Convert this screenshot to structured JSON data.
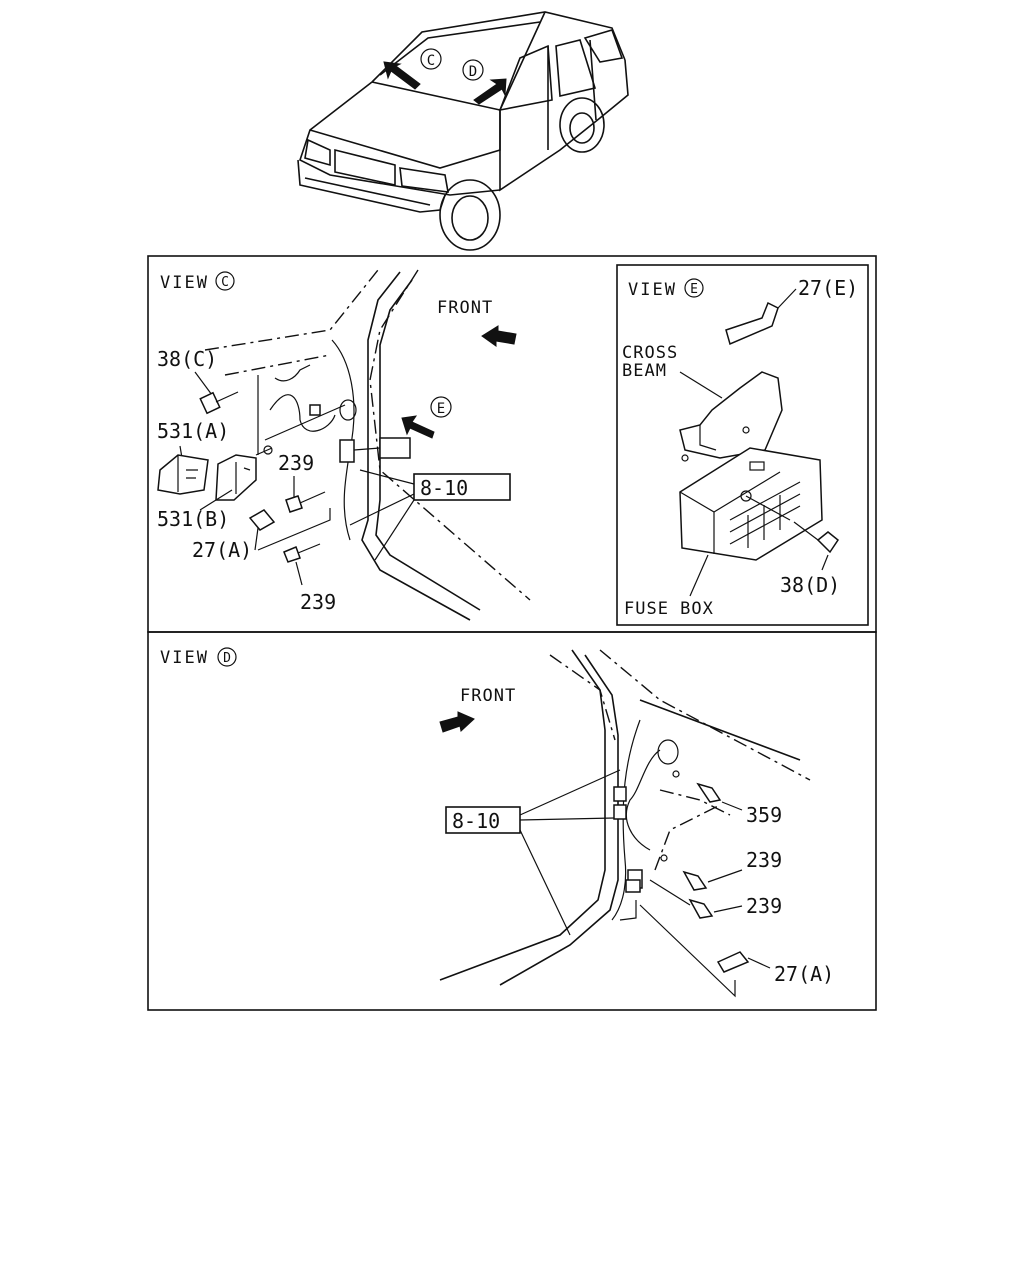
{
  "diagram": {
    "vehicle_callouts": [
      "C",
      "D"
    ],
    "view_c": {
      "title": "VIEW",
      "letter": "C",
      "front_label": "FRONT",
      "view_e_callout": "E",
      "parts": {
        "p38c": "38(C)",
        "p531a": "531(A)",
        "p531b": "531(B)",
        "p27a": "27(A)",
        "p239_top": "239",
        "p239_bottom": "239",
        "harness": "8-10"
      }
    },
    "view_e": {
      "title": "VIEW",
      "letter": "E",
      "parts": {
        "p27e": "27(E)",
        "cross_beam_1": "CROSS",
        "cross_beam_2": "BEAM",
        "fuse_box": "FUSE BOX",
        "p38d": "38(D)"
      }
    },
    "view_d": {
      "title": "VIEW",
      "letter": "D",
      "front_label": "FRONT",
      "parts": {
        "harness": "8-10",
        "p359": "359",
        "p239_a": "239",
        "p239_b": "239",
        "p27a": "27(A)"
      }
    }
  }
}
